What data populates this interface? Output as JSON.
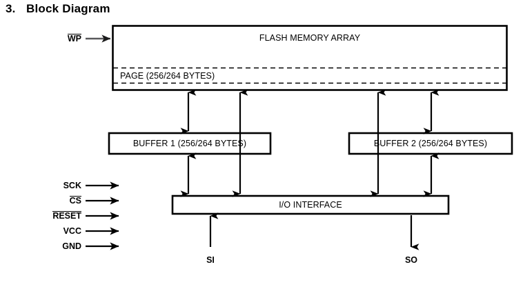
{
  "heading": {
    "number": "3.",
    "title": "Block Diagram"
  },
  "diagram": {
    "type": "block-diagram",
    "blocks": [
      {
        "id": "flash-memory-array",
        "label": "FLASH MEMORY ARRAY"
      },
      {
        "id": "page",
        "label": "PAGE (256/264 BYTES)"
      },
      {
        "id": "buffer-1",
        "label": "BUFFER 1 (256/264 BYTES)"
      },
      {
        "id": "buffer-2",
        "label": "BUFFER 2 (256/264 BYTES)"
      },
      {
        "id": "io-interface",
        "label": "I/O INTERFACE"
      }
    ],
    "input_pins": [
      {
        "id": "wp",
        "label": "WP",
        "overline": true,
        "target": "flash-memory-array"
      },
      {
        "id": "sck",
        "label": "SCK",
        "overline": false,
        "target": "io-interface"
      },
      {
        "id": "cs",
        "label": "CS",
        "overline": true,
        "target": "io-interface"
      },
      {
        "id": "reset",
        "label": "RESET",
        "overline": true,
        "target": "io-interface"
      },
      {
        "id": "vcc",
        "label": "VCC",
        "overline": false,
        "target": "io-interface"
      },
      {
        "id": "gnd",
        "label": "GND",
        "overline": false,
        "target": "io-interface"
      }
    ],
    "bottom_pins": [
      {
        "id": "si",
        "label": "SI",
        "direction": "in"
      },
      {
        "id": "so",
        "label": "SO",
        "direction": "out"
      }
    ],
    "colors": {
      "stroke": "#000000",
      "background": "#ffffff",
      "wp_arrow": "#58585a"
    }
  }
}
